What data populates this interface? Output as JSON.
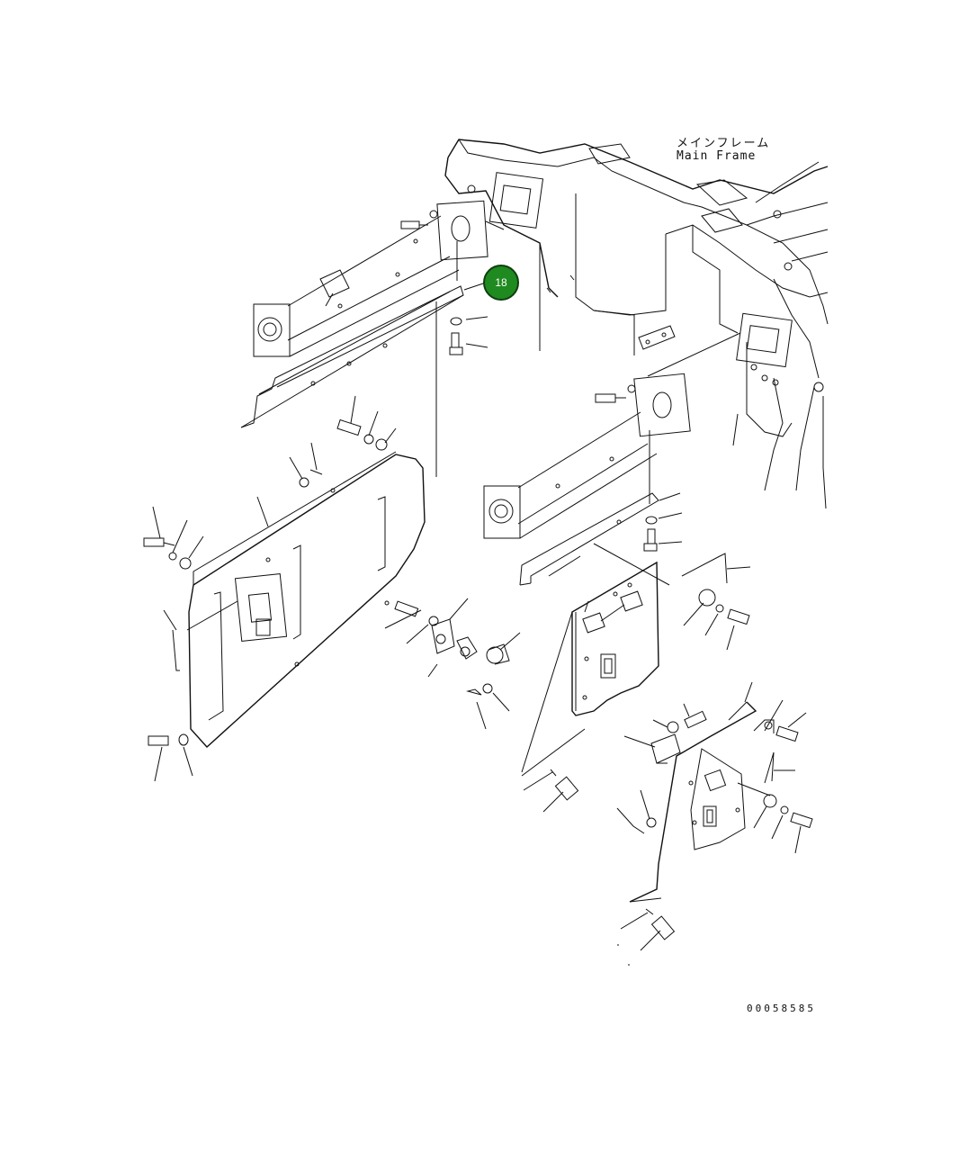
{
  "diagram": {
    "frame_label_jp": "メインフレーム",
    "frame_label_en": "Main Frame",
    "callout": {
      "number": "18",
      "color": "#1f8a1f"
    },
    "drawing_number": "00058585"
  }
}
